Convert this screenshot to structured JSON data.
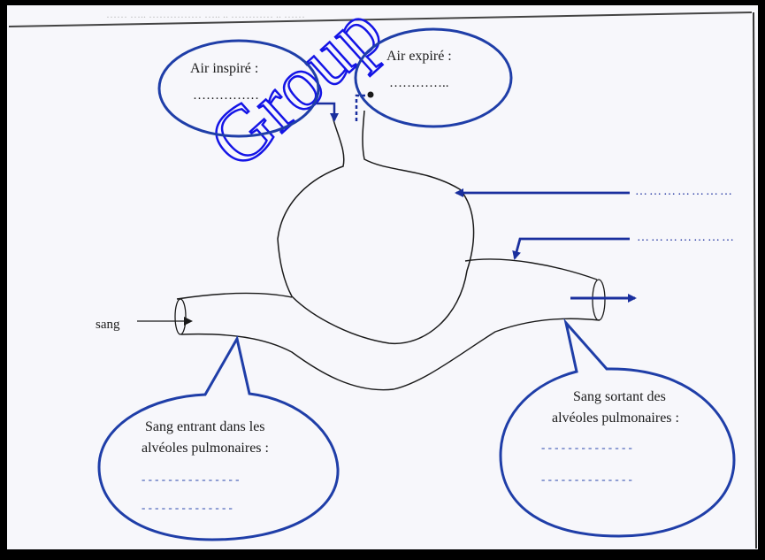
{
  "colors": {
    "paper": "#f7f7fb",
    "ink": "#1a1a1a",
    "blue_ink": "#1f3ea8",
    "arrow_blue": "#1a2f9e",
    "watermark": "#1414e6",
    "border": "#000000"
  },
  "header": {
    "faded_text": "…… ….. …………… ….. .. ………… .. ……"
  },
  "watermark": {
    "text": "Group"
  },
  "labels": {
    "air_inspire": "Air inspiré :",
    "air_inspire_blank": "……………",
    "air_expire": "Air expiré :",
    "air_expire_blank": "…………..",
    "sang": "sang",
    "entrant_line1": "Sang entrant dans les",
    "entrant_line2": "alvéoles pulmonaires :",
    "entrant_blank1": "- - - - - - - - - - - - - - -",
    "entrant_blank2": "- - - - - - - - - - - - - -",
    "sortant_line1": "Sang sortant des",
    "sortant_line2": "alvéoles pulmonaires :",
    "sortant_blank1": "- - - - - - - - - - - - - -",
    "sortant_blank2": "- - - - - - - - - - - - - -",
    "pointer_dots_1": "…………………",
    "pointer_dots_2": "…………………"
  },
  "icons": {
    "inhale_arrow": "arrow-down-icon",
    "exhale_arrow": "arrow-up-icon",
    "blood_in_arrow": "arrow-right-icon",
    "blood_out_arrow": "arrow-right-icon",
    "pointer_arrow": "arrow-left-icon"
  }
}
